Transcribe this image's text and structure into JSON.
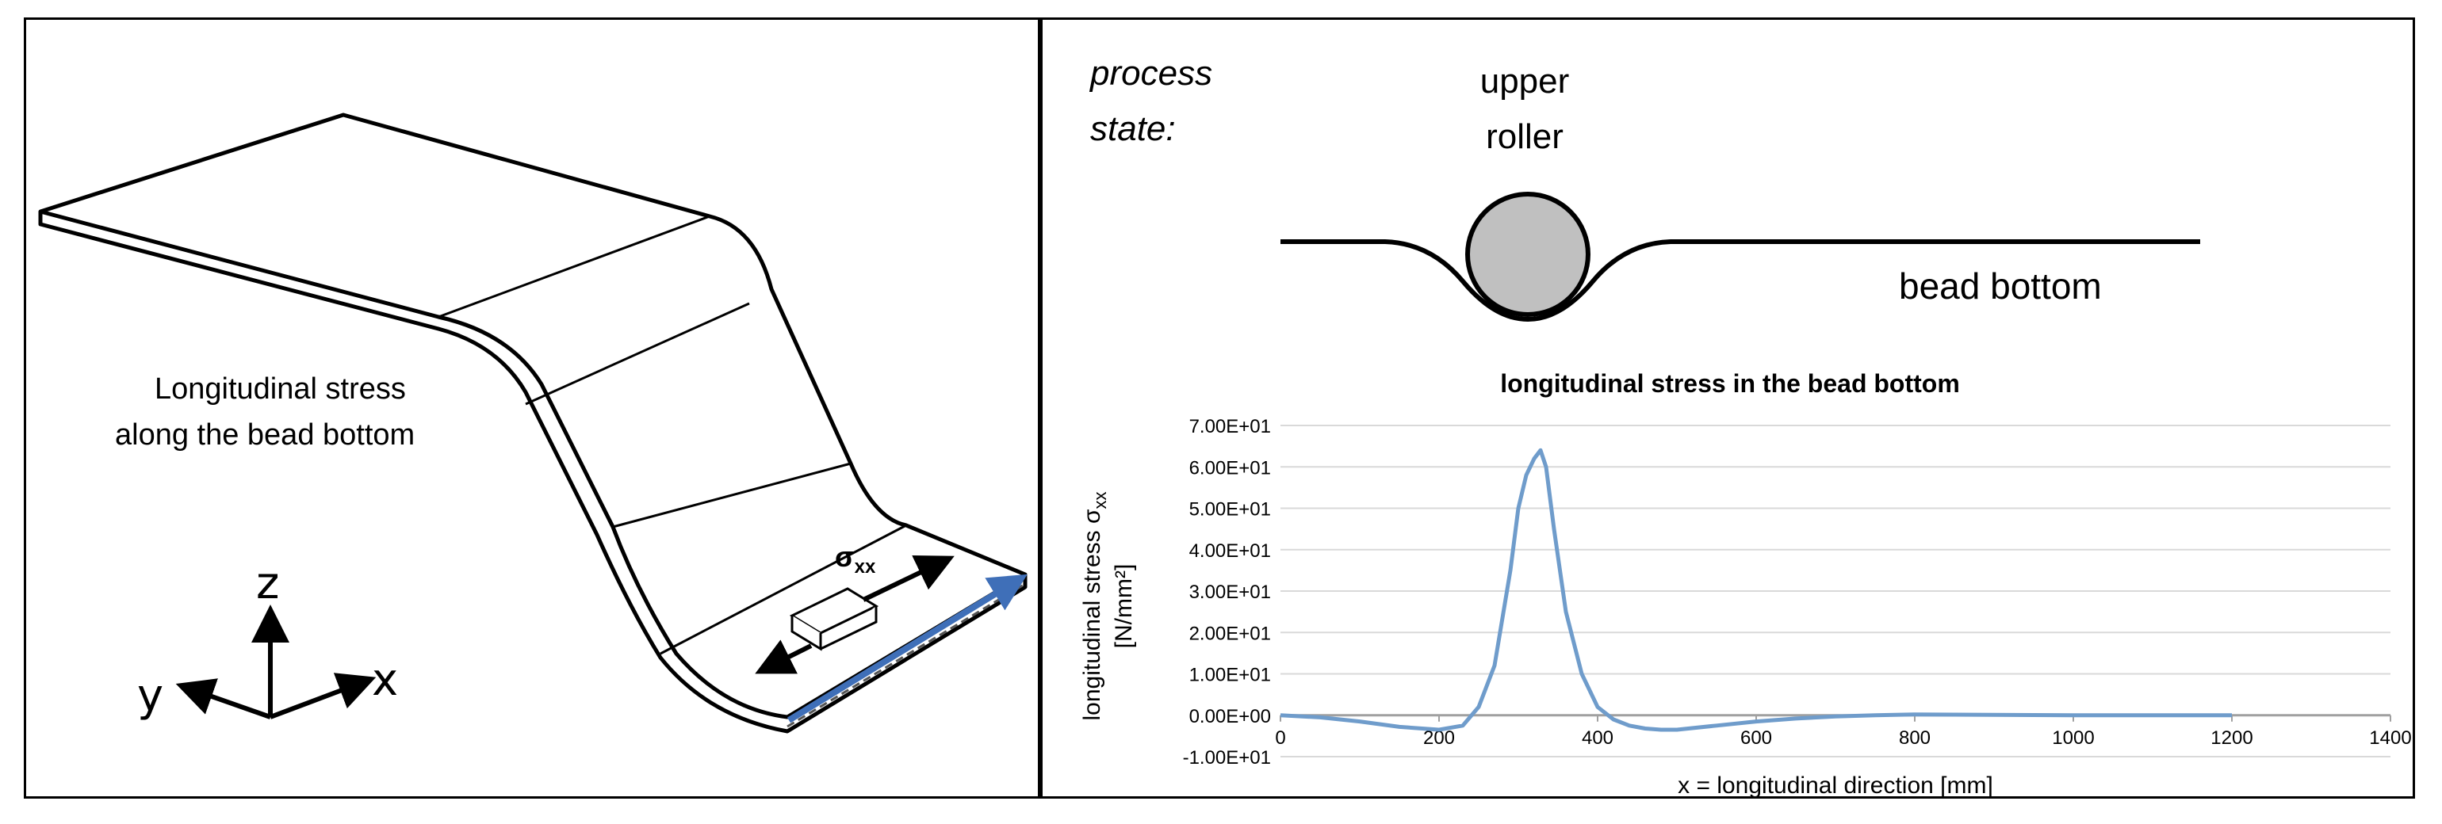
{
  "left_panel": {
    "caption_line1": "Longitudinal stress",
    "caption_line2": "along the bead bottom",
    "sigma_symbol": "σ",
    "sigma_subscript": "xx",
    "axis_z": "z",
    "axis_y": "y",
    "axis_x": "x"
  },
  "right_panel": {
    "process_line1": "process",
    "process_line2": "state:",
    "roller_line1": "upper",
    "roller_line2": "roller",
    "bead_label": "bead bottom"
  },
  "colors": {
    "line": "#000000",
    "roller_fill": "#c0c0c0",
    "series": "#6f9ccb",
    "grid": "#d9d9d9",
    "blue_arrow": "#3f6fb8"
  },
  "chart_data": {
    "type": "line",
    "title": "longitudinal stress in the bead bottom",
    "xlabel": "x = longitudinal direction [mm]",
    "ylabel_line1": "longitudinal stress σ",
    "ylabel_sub": "xx",
    "ylabel_line2": "[N/mm²]",
    "xlim": [
      0,
      1400
    ],
    "ylim": [
      -10,
      70
    ],
    "xticks": [
      0,
      200,
      400,
      600,
      800,
      1000,
      1200,
      1400
    ],
    "yticks": [
      -10,
      0,
      10,
      20,
      30,
      40,
      50,
      60,
      70
    ],
    "ytick_labels": [
      "-1.00E+01",
      "0.00E+00",
      "1.00E+01",
      "2.00E+01",
      "3.00E+01",
      "4.00E+01",
      "5.00E+01",
      "6.00E+01",
      "7.00E+01"
    ],
    "grid": true,
    "series": [
      {
        "x": [
          0,
          50,
          100,
          150,
          200,
          230,
          250,
          270,
          290,
          300,
          310,
          320,
          328,
          335,
          345,
          360,
          380,
          400,
          420,
          440,
          460,
          480,
          500,
          550,
          600,
          650,
          700,
          750,
          800,
          900,
          1000,
          1100,
          1200
        ],
        "values": [
          0,
          -0.5,
          -1.5,
          -2.8,
          -3.5,
          -2.5,
          2,
          12,
          35,
          50,
          58,
          62,
          64,
          60,
          45,
          25,
          10,
          2,
          -1,
          -2.5,
          -3.2,
          -3.5,
          -3.5,
          -2.5,
          -1.5,
          -0.8,
          -0.3,
          0,
          0.2,
          0.1,
          0,
          0,
          0
        ]
      }
    ]
  }
}
